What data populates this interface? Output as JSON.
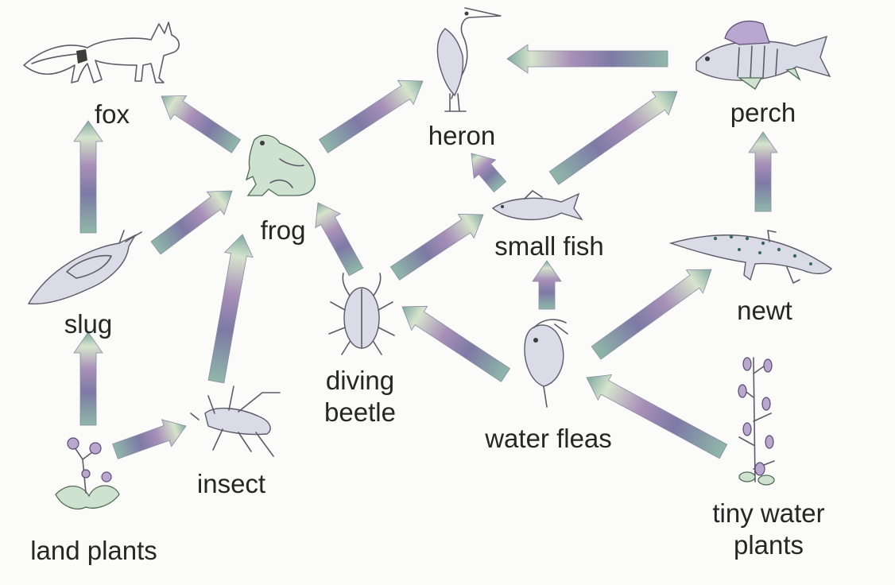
{
  "organisms": {
    "fox": "fox",
    "heron": "heron",
    "perch": "perch",
    "frog": "frog",
    "small_fish": "small fish",
    "slug": "slug",
    "newt": "newt",
    "diving_beetle": [
      "diving",
      "beetle"
    ],
    "water_fleas": "water fleas",
    "insect": "insect",
    "land_plants": "land plants",
    "tiny_water_plants": [
      "tiny water",
      "plants"
    ]
  },
  "links": [
    {
      "from": "land plants",
      "to": "slug"
    },
    {
      "from": "land plants",
      "to": "insect"
    },
    {
      "from": "slug",
      "to": "fox"
    },
    {
      "from": "slug",
      "to": "frog"
    },
    {
      "from": "insect",
      "to": "frog"
    },
    {
      "from": "frog",
      "to": "fox"
    },
    {
      "from": "frog",
      "to": "heron"
    },
    {
      "from": "diving beetle",
      "to": "frog"
    },
    {
      "from": "diving beetle",
      "to": "small fish"
    },
    {
      "from": "water fleas",
      "to": "diving beetle"
    },
    {
      "from": "water fleas",
      "to": "small fish"
    },
    {
      "from": "water fleas",
      "to": "newt"
    },
    {
      "from": "tiny water plants",
      "to": "water fleas"
    },
    {
      "from": "small fish",
      "to": "heron"
    },
    {
      "from": "small fish",
      "to": "perch"
    },
    {
      "from": "newt",
      "to": "perch"
    },
    {
      "from": "perch",
      "to": "heron"
    }
  ],
  "arrow_gradient_colors": [
    "#8fb8a8",
    "#7d7aa6",
    "#a890b8",
    "#d6e4cc",
    "#7ea8a0"
  ]
}
